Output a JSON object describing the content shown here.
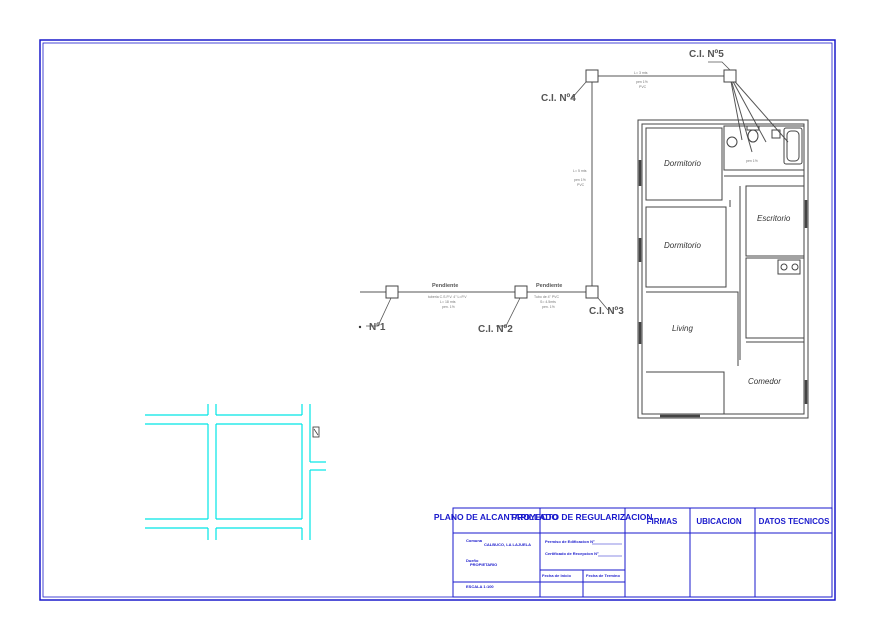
{
  "manholes": {
    "ci1": "Nº1",
    "ci2": "C.I.  Nº2",
    "ci3": "C.I.  Nº3",
    "ci4": "C.I.  Nº4",
    "ci5": "C.I.  Nº5"
  },
  "pipes": {
    "slope_label_1": "Pendiente",
    "slope_label_2": "Pendiente",
    "note_1a": "tuberia C.S.P.V. 4\" L=P.V",
    "note_1b": "L= 18 mts",
    "note_1c": "pen. 1%",
    "note_2a": "Tubo de 4\" PVC",
    "note_2b": "S= 4.5mts",
    "note_2c": "pen. 1%",
    "note_3a": "L= 3 mts",
    "note_3b": "pen 1%",
    "note_3c": "PVC",
    "note_4a": "L= 5 mts",
    "note_4b": "pen 1%",
    "note_4c": "PVC",
    "note_5": "pen 1%"
  },
  "rooms": {
    "bedroom_1": "Dormitorio",
    "bedroom_2": "Dormitorio",
    "office": "Escritorio",
    "living": "Living",
    "dining": "Comedor"
  },
  "title_block": {
    "plan_title": "PLANO DE ALCANTARILLADO",
    "project_title": "PROYECTO DE REGULARIZACION",
    "signatures": "FIRMAS",
    "location": "UBICACION",
    "technical_data": "DATOS TECNICOS",
    "commune_label": "Comuna",
    "commune_value": "CALBUCO, LA LAJUELA",
    "owner_label": "Dueño",
    "owner_value": "PROPIETARIO",
    "permit_label": "Permiso de Edificacion N°",
    "cert_label": "Certificado de Recepcion N°",
    "date_start_label": "Fecha de Inicio",
    "date_end_label": "Fecha de Termino",
    "scale": "ESCALA 1:100"
  },
  "colors": {
    "frame": "#1a1acc",
    "line": "#444444",
    "street": "#00e5e5",
    "title_text": "#1a1acc"
  }
}
